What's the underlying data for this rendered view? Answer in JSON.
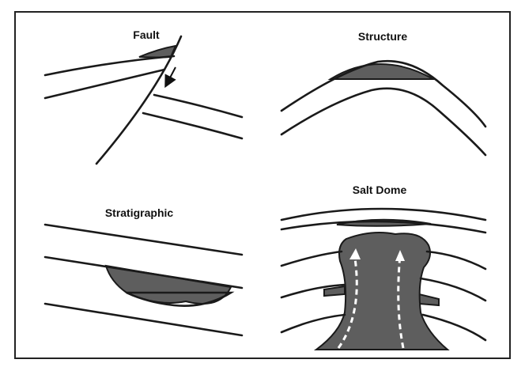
{
  "labels": {
    "fault": "Fault",
    "structure": "Structure",
    "stratigraphic": "Stratigraphic",
    "salt_dome": "Salt Dome"
  },
  "colors": {
    "trap_fill": "#5e5e5e",
    "line": "#1a1a1a",
    "arrow_dash": "#ffffff"
  }
}
